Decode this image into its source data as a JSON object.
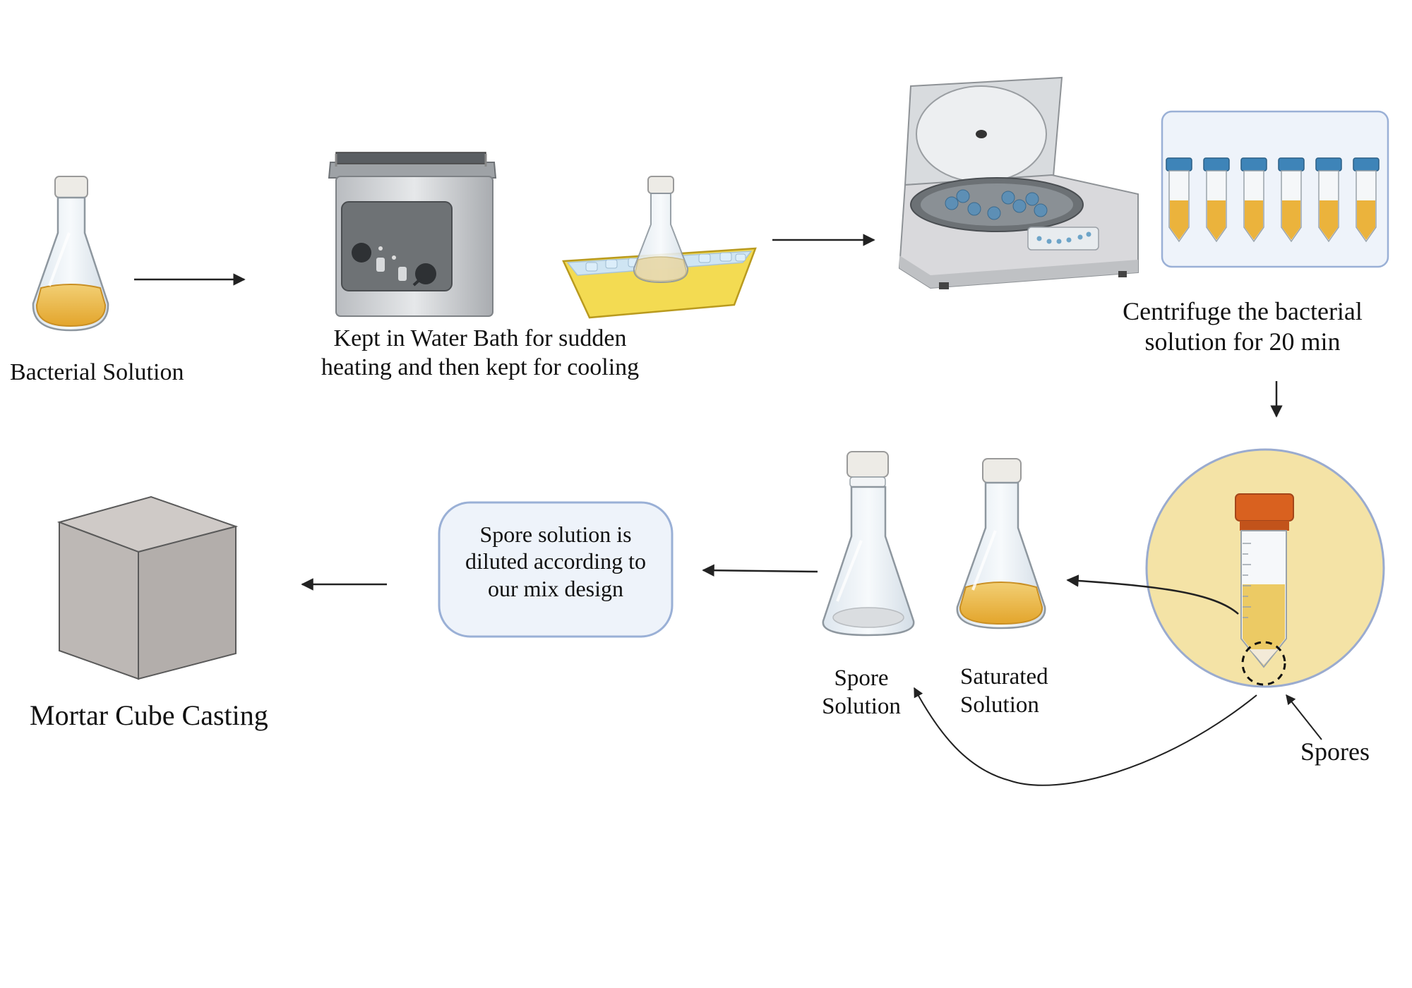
{
  "steps": {
    "bacterial_solution": "Bacterial Solution",
    "water_bath": [
      "Kept in Water Bath for sudden",
      "heating and then kept for cooling"
    ],
    "centrifuge": [
      "Centrifuge the bacterial",
      "solution for 20 min"
    ],
    "spores": "Spores",
    "saturated_solution": [
      "Saturated",
      "Solution"
    ],
    "spore_solution": [
      "Spore",
      "Solution"
    ],
    "dilution": [
      "Spore solution is",
      "diluted according to",
      "our mix design"
    ],
    "mortar": "Mortar Cube Casting"
  },
  "colors": {
    "broth": "#EBB33C",
    "broth_light": "#F2CF74",
    "ice_tray": "#F3DB52",
    "ice": "#CFE5F3",
    "centrifuge_body": "#D9D9DC",
    "tube_cap_blue": "#3E84B8",
    "tube_cap_orange": "#D9611F",
    "zoom_fill": "#F4E3A6",
    "zoom_stroke": "#9AABCF",
    "panel_fill": "#EEF3FA",
    "panel_stroke": "#9AB0D6",
    "cube": "#BDB8B5",
    "arrow": "#222222"
  },
  "icons": [
    "flask-icon",
    "water-bath-icon",
    "ice-tray-icon",
    "centrifuge-icon",
    "tube-rack-icon",
    "falcon-tube-icon",
    "cube-icon"
  ]
}
